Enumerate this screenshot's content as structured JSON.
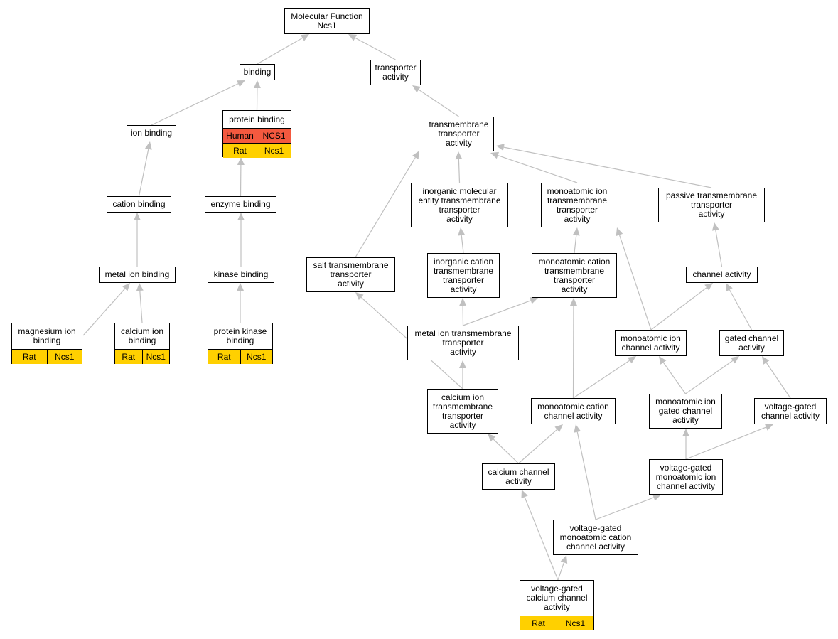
{
  "colors": {
    "edge": "#c0c0c0",
    "human": "#f4593f",
    "rat": "#ffd000",
    "border": "#000000"
  },
  "nodes": [
    {
      "id": "mf",
      "label": "Molecular Function\nNcs1"
    },
    {
      "id": "binding",
      "label": "binding"
    },
    {
      "id": "transporter",
      "label": "transporter\nactivity"
    },
    {
      "id": "ionb",
      "label": "ion binding"
    },
    {
      "id": "protb",
      "label": "protein binding",
      "rows": [
        {
          "org": "Human",
          "gene": "NCS1",
          "color": "#f4593f"
        },
        {
          "org": "Rat",
          "gene": "Ncs1",
          "color": "#ffd000"
        }
      ]
    },
    {
      "id": "tm",
      "label": "transmembrane\ntransporter\nactivity"
    },
    {
      "id": "cationb",
      "label": "cation binding"
    },
    {
      "id": "enzb",
      "label": "enzyme binding"
    },
    {
      "id": "inorgmol",
      "label": "inorganic molecular\nentity transmembrane\ntransporter\nactivity"
    },
    {
      "id": "monoion_tm",
      "label": "monoatomic ion\ntransmembrane\ntransporter\nactivity"
    },
    {
      "id": "passive",
      "label": "passive transmembrane\ntransporter\nactivity"
    },
    {
      "id": "metalb",
      "label": "metal ion binding"
    },
    {
      "id": "kinb",
      "label": "kinase binding"
    },
    {
      "id": "salt",
      "label": "salt transmembrane\ntransporter\nactivity"
    },
    {
      "id": "inorgcat",
      "label": "inorganic cation\ntransmembrane\ntransporter\nactivity"
    },
    {
      "id": "monocat_tm",
      "label": "monoatomic cation\ntransmembrane\ntransporter\nactivity"
    },
    {
      "id": "channel",
      "label": "channel activity"
    },
    {
      "id": "mgb",
      "label": "magnesium ion\nbinding",
      "rows": [
        {
          "org": "Rat",
          "gene": "Ncs1",
          "color": "#ffd000"
        }
      ]
    },
    {
      "id": "cab",
      "label": "calcium ion\nbinding",
      "rows": [
        {
          "org": "Rat",
          "gene": "Ncs1",
          "color": "#ffd000"
        }
      ]
    },
    {
      "id": "pkb",
      "label": "protein kinase\nbinding",
      "rows": [
        {
          "org": "Rat",
          "gene": "Ncs1",
          "color": "#ffd000"
        }
      ]
    },
    {
      "id": "metal_tm",
      "label": "metal ion transmembrane\ntransporter\nactivity"
    },
    {
      "id": "monoion_ch",
      "label": "monoatomic ion\nchannel activity"
    },
    {
      "id": "gated",
      "label": "gated channel\nactivity"
    },
    {
      "id": "ca_tm",
      "label": "calcium ion\ntransmembrane\ntransporter\nactivity"
    },
    {
      "id": "monocat_ch",
      "label": "monoatomic cation\nchannel activity"
    },
    {
      "id": "monoion_gated",
      "label": "monoatomic ion\ngated channel\nactivity"
    },
    {
      "id": "vg_ch",
      "label": "voltage-gated\nchannel activity"
    },
    {
      "id": "ca_ch",
      "label": "calcium channel\nactivity"
    },
    {
      "id": "vg_monoion",
      "label": "voltage-gated\nmonoatomic ion\nchannel activity"
    },
    {
      "id": "vg_monocat",
      "label": "voltage-gated\nmonoatomic cation\nchannel activity"
    },
    {
      "id": "vg_ca",
      "label": "voltage-gated\ncalcium channel\nactivity",
      "rows": [
        {
          "org": "Rat",
          "gene": "Ncs1",
          "color": "#ffd000"
        }
      ]
    }
  ],
  "edges": [
    {
      "from": "binding",
      "to": "mf"
    },
    {
      "from": "transporter",
      "to": "mf"
    },
    {
      "from": "ionb",
      "to": "binding"
    },
    {
      "from": "protb",
      "to": "binding"
    },
    {
      "from": "tm",
      "to": "transporter"
    },
    {
      "from": "cationb",
      "to": "ionb"
    },
    {
      "from": "enzb",
      "to": "protb"
    },
    {
      "from": "metalb",
      "to": "cationb"
    },
    {
      "from": "kinb",
      "to": "enzb"
    },
    {
      "from": "mgb",
      "to": "metalb"
    },
    {
      "from": "cab",
      "to": "metalb"
    },
    {
      "from": "pkb",
      "to": "kinb"
    },
    {
      "from": "inorgmol",
      "to": "tm"
    },
    {
      "from": "monoion_tm",
      "to": "tm"
    },
    {
      "from": "passive",
      "to": "tm"
    },
    {
      "from": "salt",
      "to": "tm"
    },
    {
      "from": "inorgcat",
      "to": "inorgmol"
    },
    {
      "from": "monocat_tm",
      "to": "monoion_tm"
    },
    {
      "from": "metal_tm",
      "to": "inorgcat"
    },
    {
      "from": "metal_tm",
      "to": "monocat_tm"
    },
    {
      "from": "ca_tm",
      "to": "metal_tm"
    },
    {
      "from": "ca_tm",
      "to": "salt"
    },
    {
      "from": "channel",
      "to": "passive"
    },
    {
      "from": "monoion_ch",
      "to": "channel"
    },
    {
      "from": "monoion_ch",
      "to": "monoion_tm"
    },
    {
      "from": "gated",
      "to": "channel"
    },
    {
      "from": "monocat_ch",
      "to": "monoion_ch"
    },
    {
      "from": "monocat_ch",
      "to": "monocat_tm"
    },
    {
      "from": "monoion_gated",
      "to": "monoion_ch"
    },
    {
      "from": "monoion_gated",
      "to": "gated"
    },
    {
      "from": "vg_ch",
      "to": "gated"
    },
    {
      "from": "ca_ch",
      "to": "ca_tm"
    },
    {
      "from": "ca_ch",
      "to": "monocat_ch"
    },
    {
      "from": "vg_monoion",
      "to": "monoion_gated"
    },
    {
      "from": "vg_monoion",
      "to": "vg_ch"
    },
    {
      "from": "vg_monocat",
      "to": "monocat_ch"
    },
    {
      "from": "vg_monocat",
      "to": "vg_monoion"
    },
    {
      "from": "vg_ca",
      "to": "ca_ch"
    },
    {
      "from": "vg_ca",
      "to": "vg_monocat"
    }
  ]
}
